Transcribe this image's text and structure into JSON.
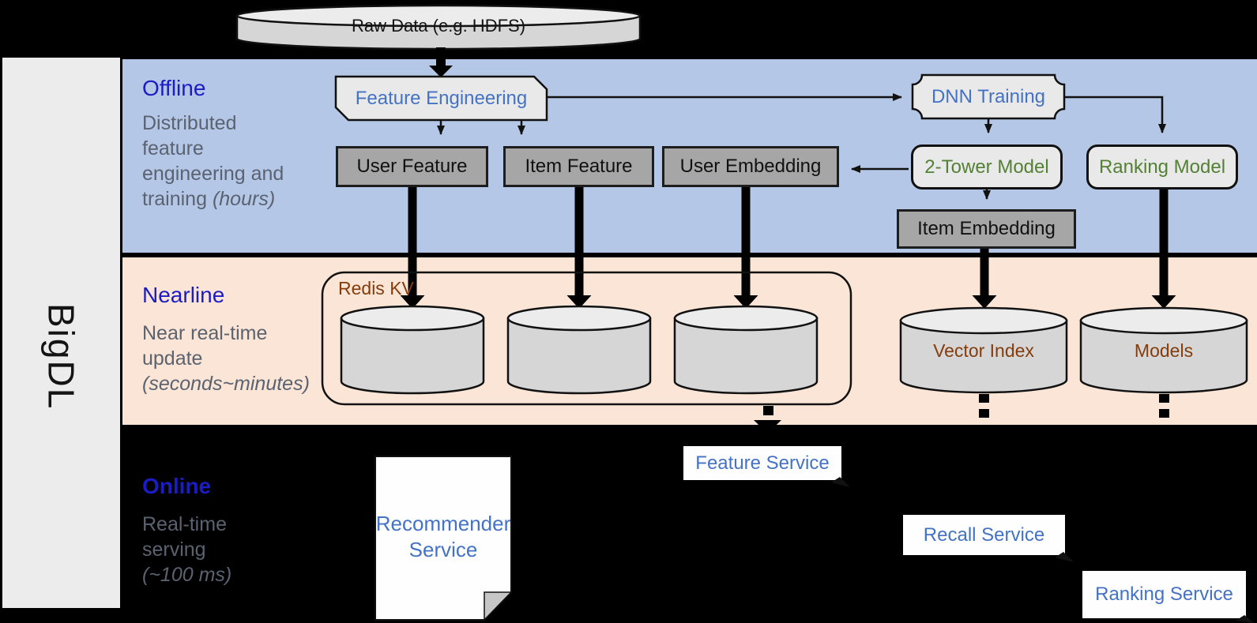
{
  "brand": {
    "name": "BigDL"
  },
  "raw_data": {
    "label": "Raw Data (e.g. HDFS)"
  },
  "offline": {
    "title": "Offline",
    "line1": "Distributed",
    "line2": "feature",
    "line3": "engineering and",
    "line4": "training",
    "line4_italic": "(hours)"
  },
  "nearline": {
    "title": "Nearline",
    "line1": "Near real-time",
    "line2": "update",
    "line3_italic": "(seconds~minutes)"
  },
  "online": {
    "title": "Online",
    "line1": "Real-time",
    "line2": "serving",
    "line3_italic": "(~100 ms)"
  },
  "nodes": {
    "feature_engineering": "Feature Engineering",
    "dnn_training": "DNN Training",
    "user_feature": "User Feature",
    "item_feature": "Item Feature",
    "user_embedding": "User Embedding",
    "two_tower_model": "2-Tower Model",
    "ranking_model": "Ranking Model",
    "item_embedding": "Item Embedding"
  },
  "storage": {
    "redis_kv": "Redis KV",
    "vector_index": "Vector Index",
    "models": "Models"
  },
  "services": {
    "recommender": "Recommender Service",
    "feature": "Feature Service",
    "recall": "Recall Service",
    "ranking": "Ranking Service"
  },
  "colors": {
    "background": "#000000",
    "offline_band": "#B4C7E7",
    "nearline_band": "#FBE5D6",
    "sidebar_gray": "#ECECEC",
    "band_title_blue": "#1C1CC4",
    "description_gray": "#5B6270",
    "node_text_blue": "#4472C4",
    "node_text_green": "#538135",
    "storage_text_brown": "#843C0C",
    "gray_box_fill": "#A6A6A6",
    "light_shape_fill": "#E9E9E9",
    "cylinder_fill": "#D6D6D6"
  }
}
